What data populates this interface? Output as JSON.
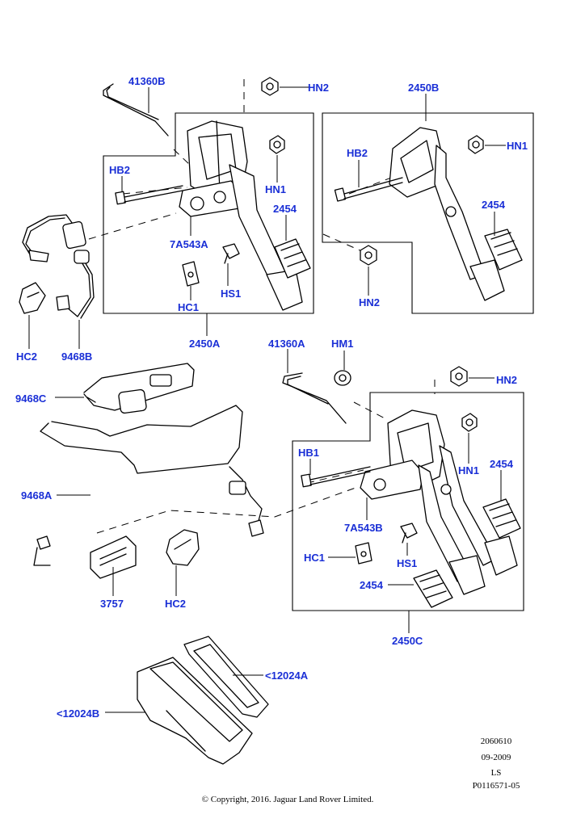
{
  "accent_color": "#1a2fd6",
  "callouts": {
    "l_41360B_top": "41360B",
    "l_HN2_top": "HN2",
    "l_2450B": "2450B",
    "l_HB2_left": "HB2",
    "l_HN1_left": "HN1",
    "l_2454_left": "2454",
    "l_7A543A": "7A543A",
    "l_HS1_left": "HS1",
    "l_HC1_left": "HC1",
    "l_2450A": "2450A",
    "l_HC2_left": "HC2",
    "l_9468B": "9468B",
    "l_HB2_right": "HB2",
    "l_HN1_right": "HN1",
    "l_2454_right": "2454",
    "l_HN2_mid": "HN2",
    "l_41360A": "41360A",
    "l_HM1": "HM1",
    "l_HN2_lower": "HN2",
    "l_9468C": "9468C",
    "l_HB1": "HB1",
    "l_HN1_lower": "HN1",
    "l_2454_lower_r": "2454",
    "l_9468A": "9468A",
    "l_7A543B": "7A543B",
    "l_HC1_lower": "HC1",
    "l_HS1_lower": "HS1",
    "l_2454_lower": "2454",
    "l_3757": "3757",
    "l_HC2_lower": "HC2",
    "l_2450C": "2450C",
    "l_12024A": "<12024A",
    "l_12024B": "<12024B"
  },
  "meta": {
    "ref1": "2060610",
    "ref2": "09-2009",
    "ref3": "LS",
    "ref4": "P0116571-05",
    "copyright": "© Copyright, 2016. Jaguar Land Rover Limited."
  }
}
